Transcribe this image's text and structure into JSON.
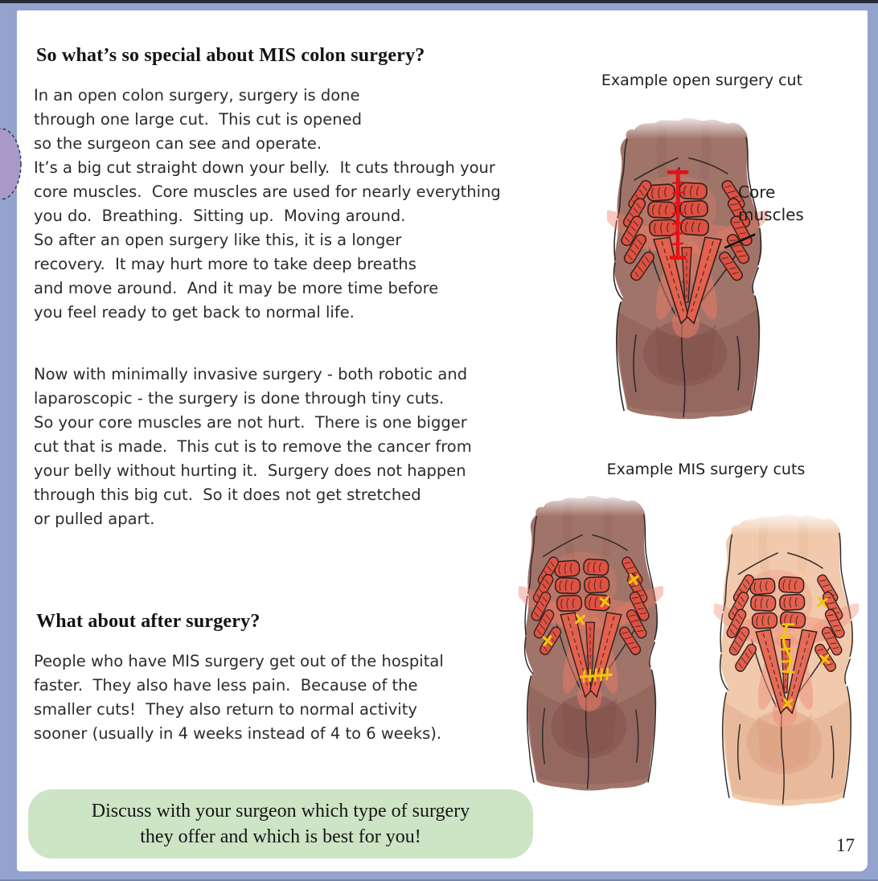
{
  "page": {
    "number": "17"
  },
  "headings": {
    "mis_special": "So what’s so special about MIS colon surgery?",
    "after_surgery": "What about after surgery?"
  },
  "paragraphs": {
    "open": "In an open colon surgery, surgery is done\nthrough one large cut.  This cut is opened\nso the surgeon can see and operate.\nIt’s a big cut straight down your belly.  It cuts through your\ncore muscles.  Core muscles are used for nearly everything\nyou do.  Breathing.  Sitting up.  Moving around.\nSo after an open surgery like this, it is a longer\nrecovery.  It may hurt more to take deep breaths\nand move around.  And it may be more time before\nyou feel ready to get back to normal life.",
    "mis": "Now with minimally invasive surgery - both robotic and\nlaparoscopic - the surgery is done through tiny cuts.\nSo your core muscles are not hurt.  There is one bigger\ncut that is made.  This cut is to remove the cancer from\nyour belly without hurting it.  Surgery does not happen\nthrough this big cut.  So it does not get stretched\nor pulled apart.",
    "recovery": "People who have MIS surgery get out of the hospital\nfaster.  They also have less pain.  Because of the\nsmaller cuts!  They also return to normal activity\nsooner (usually in 4 weeks instead of 4 to 6 weeks)."
  },
  "figures": {
    "open_caption": "Example open surgery cut",
    "mis_caption": "Example MIS surgery cuts",
    "core_muscles_label": "Core\nmuscles"
  },
  "callout": {
    "text": "Discuss with your surgeon which type of surgery\nthey offer and which is best for you!"
  },
  "colors": {
    "page_border": "#94a3cd",
    "callout_bg": "#cde4c5",
    "incision_red": "#e31417",
    "suture_yellow": "#f3c40f",
    "muscle_red": "#df5143",
    "skin_dark_tone": "#a1746a",
    "skin_light_tone": "#f1c9ac",
    "decoration_purple": "#a79ac8"
  }
}
